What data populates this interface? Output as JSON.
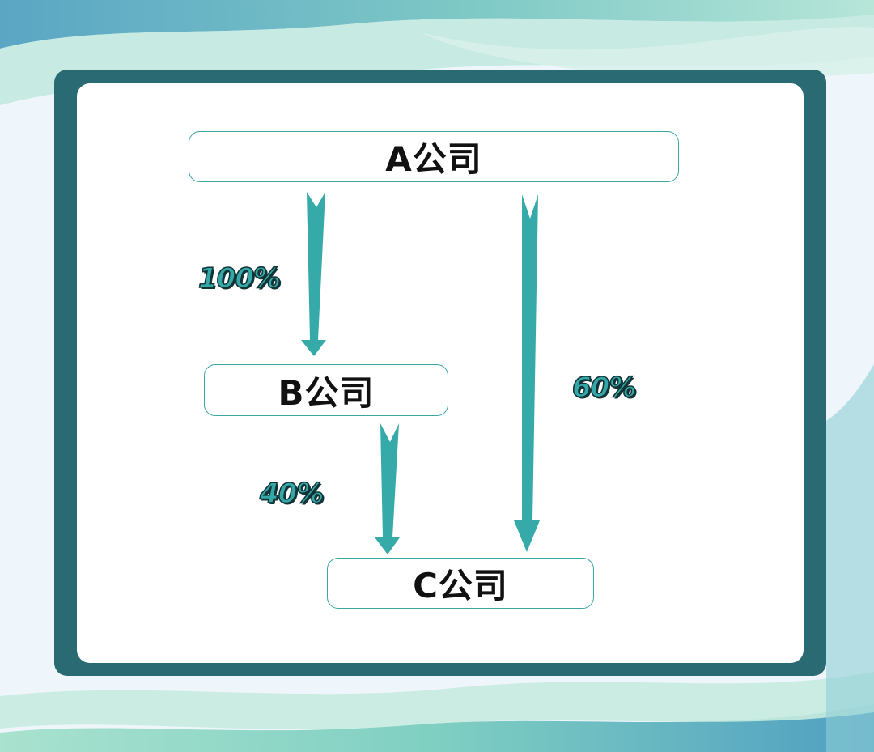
{
  "nodes": {
    "a": {
      "label": "A公司"
    },
    "b": {
      "label": "B公司"
    },
    "c": {
      "label": "C公司"
    }
  },
  "edges": [
    {
      "from": "A公司",
      "to": "B公司",
      "label": "100%"
    },
    {
      "from": "A公司",
      "to": "C公司",
      "label": "60%"
    },
    {
      "from": "B公司",
      "to": "C公司",
      "label": "40%"
    }
  ],
  "edge_labels": {
    "a_to_b": "100%",
    "a_to_c": "60%",
    "b_to_c": "40%"
  },
  "colors": {
    "frame": "#2a6a72",
    "arrow": "#36aaa8",
    "box_border": "#3aa7a4",
    "panel": "#ffffff",
    "label_fill": "#34a8a8",
    "label_outline": "#123436"
  }
}
